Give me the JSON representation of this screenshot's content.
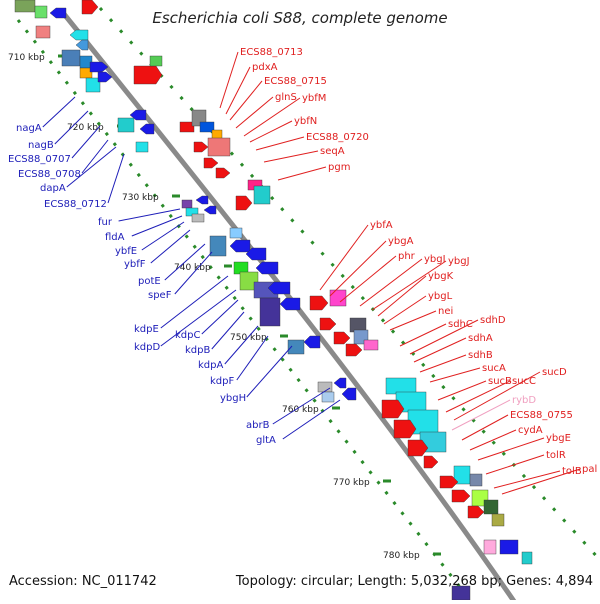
{
  "title": "Escherichia coli S88, complete genome",
  "footer": {
    "accession": "Accession: NC_011742",
    "summary": "Topology: circular; Length: 5,032,268 bp; Genes: 4,894"
  },
  "colors": {
    "backbone": "#8a8a8a",
    "tick": "#2a8a2a",
    "label_left": "#1d1db8",
    "label_right": "#e02020",
    "label_rna": "#f0a0c0",
    "gene_blue": "#1a1ae6",
    "gene_red": "#ee1111",
    "gene_cyan": "#22e0e8"
  },
  "ticks": [
    "710 kbp",
    "720 kbp",
    "730 kbp",
    "740 kbp",
    "750 kbp",
    "760 kbp",
    "770 kbp",
    "780 kbp"
  ],
  "left_genes": [
    "nagA",
    "nagB",
    "ECS88_0707",
    "ECS88_0708",
    "dapA",
    "ECS88_0712",
    "fur",
    "fldA",
    "ybfE",
    "ybfF",
    "potE",
    "speF",
    "kdpE",
    "kdpD",
    "kdpC",
    "kdpB",
    "kdpA",
    "kdpF",
    "ybgH",
    "abrB",
    "gltA"
  ],
  "right_genes": [
    "ECS88_0713",
    "pdxA",
    "ECS88_0715",
    "glnS",
    "ybfM",
    "ybfN",
    "ECS88_0720",
    "seqA",
    "pgm",
    "ybfA",
    "ybgA",
    "phr",
    "ybgI",
    "ybgJ",
    "ybgK",
    "ybgL",
    "nei",
    "sdhC",
    "sdhD",
    "sdhA",
    "sdhB",
    "sucA",
    "sucB",
    "sucC",
    "sucD",
    "rybD",
    "ECS88_0755",
    "cydA",
    "ybgE",
    "tolR",
    "tolB",
    "pal"
  ]
}
